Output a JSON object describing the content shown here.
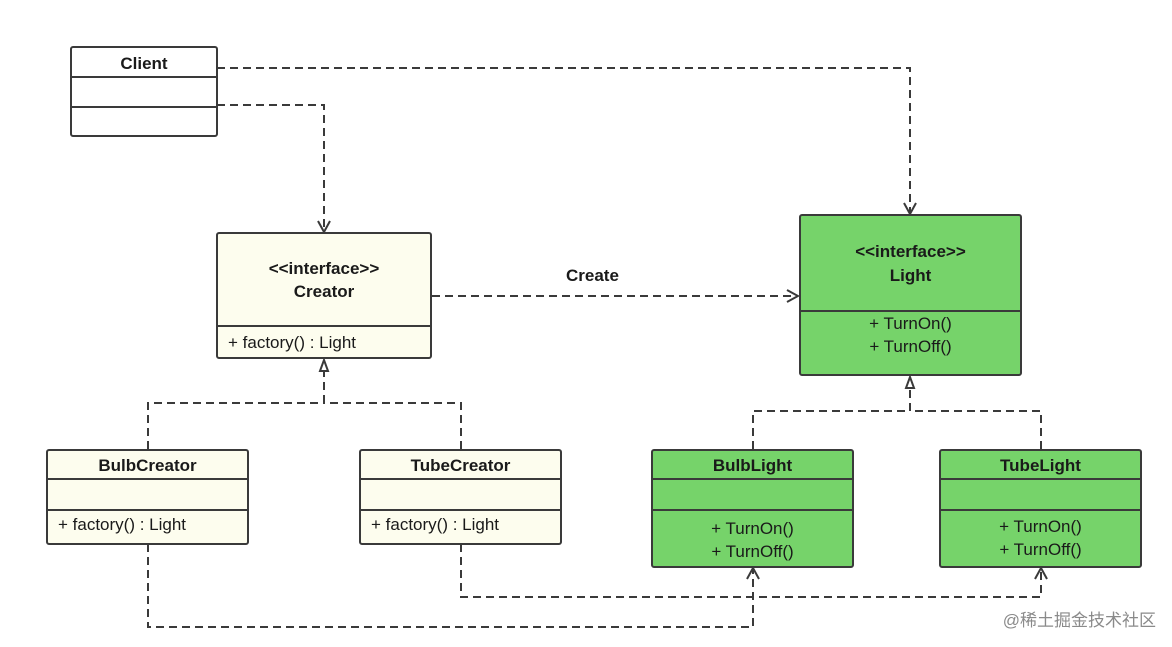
{
  "classes": {
    "client": {
      "name": "Client"
    },
    "creator": {
      "stereotype": "<<interface>>",
      "name": "Creator",
      "method": "+ factory()  :  Light"
    },
    "light": {
      "stereotype": "<<interface>>",
      "name": "Light",
      "methods": [
        "+ TurnOn()",
        "+ TurnOff()"
      ]
    },
    "bulb_creator": {
      "name": "BulbCreator",
      "method": "+ factory()  :  Light"
    },
    "tube_creator": {
      "name": "TubeCreator",
      "method": "+ factory()  :  Light"
    },
    "bulb_light": {
      "name": "BulbLight",
      "methods": [
        "+ TurnOn()",
        "+ TurnOff()"
      ]
    },
    "tube_light": {
      "name": "TubeLight",
      "methods": [
        "+ TurnOn()",
        "+ TurnOff()"
      ]
    }
  },
  "edges": {
    "create_label": "Create"
  },
  "colors": {
    "interface_fill": "#fdfdee",
    "light_fill": "#76d36a",
    "stroke": "#3a3a3a"
  },
  "watermark": "@稀土掘金技术社区"
}
